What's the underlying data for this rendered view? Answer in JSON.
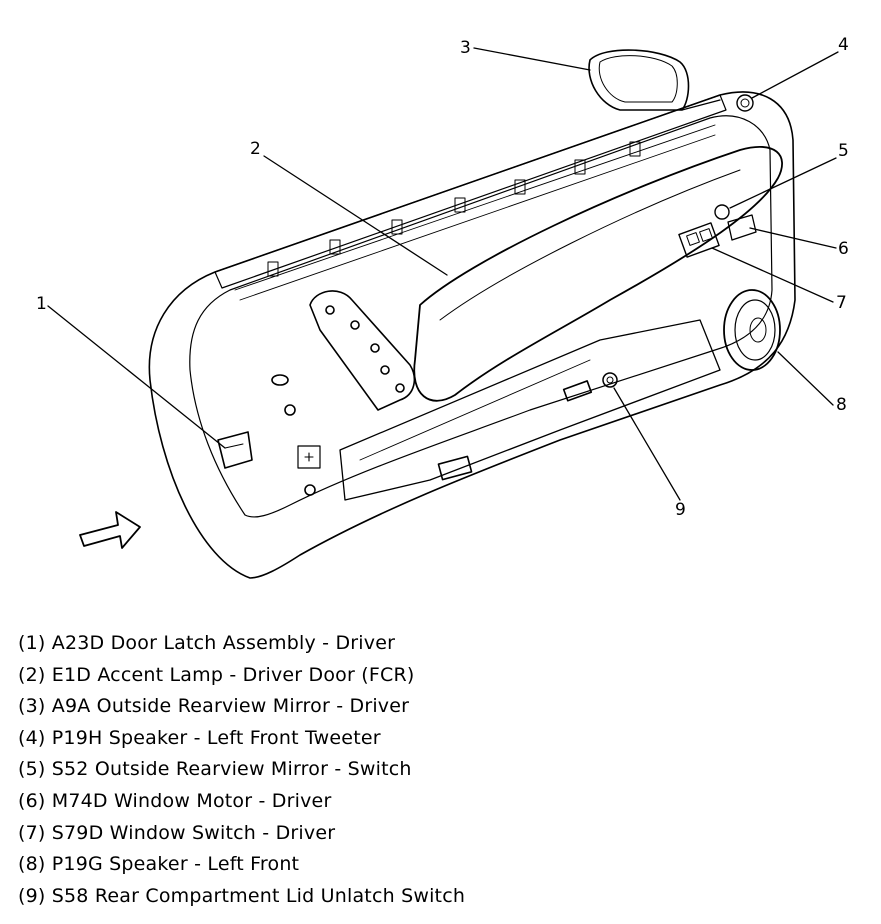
{
  "callouts": [
    {
      "num": "1"
    },
    {
      "num": "2"
    },
    {
      "num": "3"
    },
    {
      "num": "4"
    },
    {
      "num": "5"
    },
    {
      "num": "6"
    },
    {
      "num": "7"
    },
    {
      "num": "8"
    },
    {
      "num": "9"
    }
  ],
  "legend": [
    "(1) A23D Door Latch Assembly - Driver",
    "(2) E1D Accent Lamp - Driver Door (FCR)",
    "(3) A9A Outside Rearview Mirror - Driver",
    "(4) P19H Speaker - Left Front Tweeter",
    "(5) S52 Outside Rearview Mirror - Switch",
    "(6) M74D Window Motor - Driver",
    "(7) S79D Window Switch - Driver",
    "(8) P19G Speaker - Left Front",
    "(9) S58 Rear Compartment Lid Unlatch Switch"
  ]
}
